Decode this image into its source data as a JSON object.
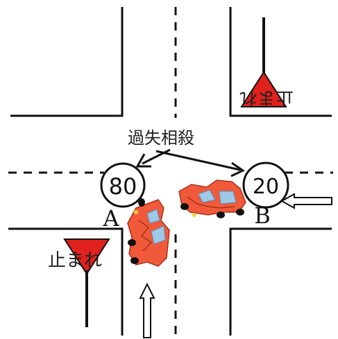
{
  "title": "過失相殺",
  "car_a": {
    "label": "A",
    "speed": "80"
  },
  "car_b": {
    "label": "B",
    "speed": "20"
  },
  "stop_signs": [
    {
      "text": "止まれ"
    },
    {
      "text": "止まれ"
    }
  ],
  "colors": {
    "road_line": "#111111",
    "stop_sign_fill": "#e0211d",
    "car_body": "#f05a3a",
    "car_window": "#9ec9e8"
  }
}
